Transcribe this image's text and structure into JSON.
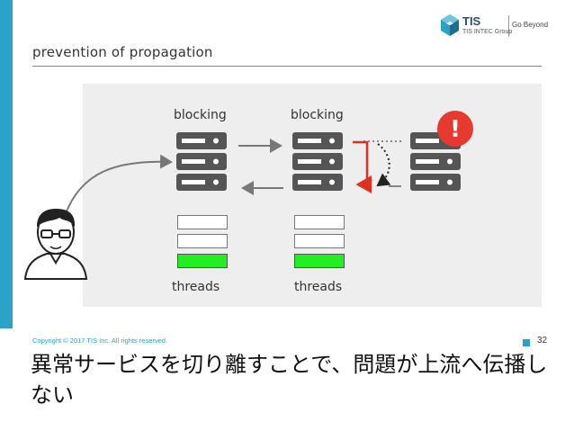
{
  "slide": {
    "title": "prevention of propagation",
    "copyright": "Copyright © 2017 TIS Inc. All rights reserved.",
    "page_number": "32"
  },
  "logo": {
    "name": "TIS",
    "group": "TIS INTEC Group",
    "tagline": "Go Beyond"
  },
  "diagram": {
    "server1_label": "blocking",
    "server2_label": "blocking",
    "threads1_label": "threads",
    "threads2_label": "threads",
    "alert_symbol": "!",
    "thread_pools": [
      {
        "slots": [
          "idle",
          "idle",
          "busy"
        ]
      },
      {
        "slots": [
          "idle",
          "idle",
          "busy"
        ]
      }
    ]
  },
  "caption": "異常サービスを切り離すことで、問題が上流へ伝播しない",
  "colors": {
    "accent": "#2ba3c6",
    "server": "#555555",
    "busy_thread": "#22ee22",
    "alert": "#e63a2e",
    "redirect_arrow": "#e03020"
  }
}
